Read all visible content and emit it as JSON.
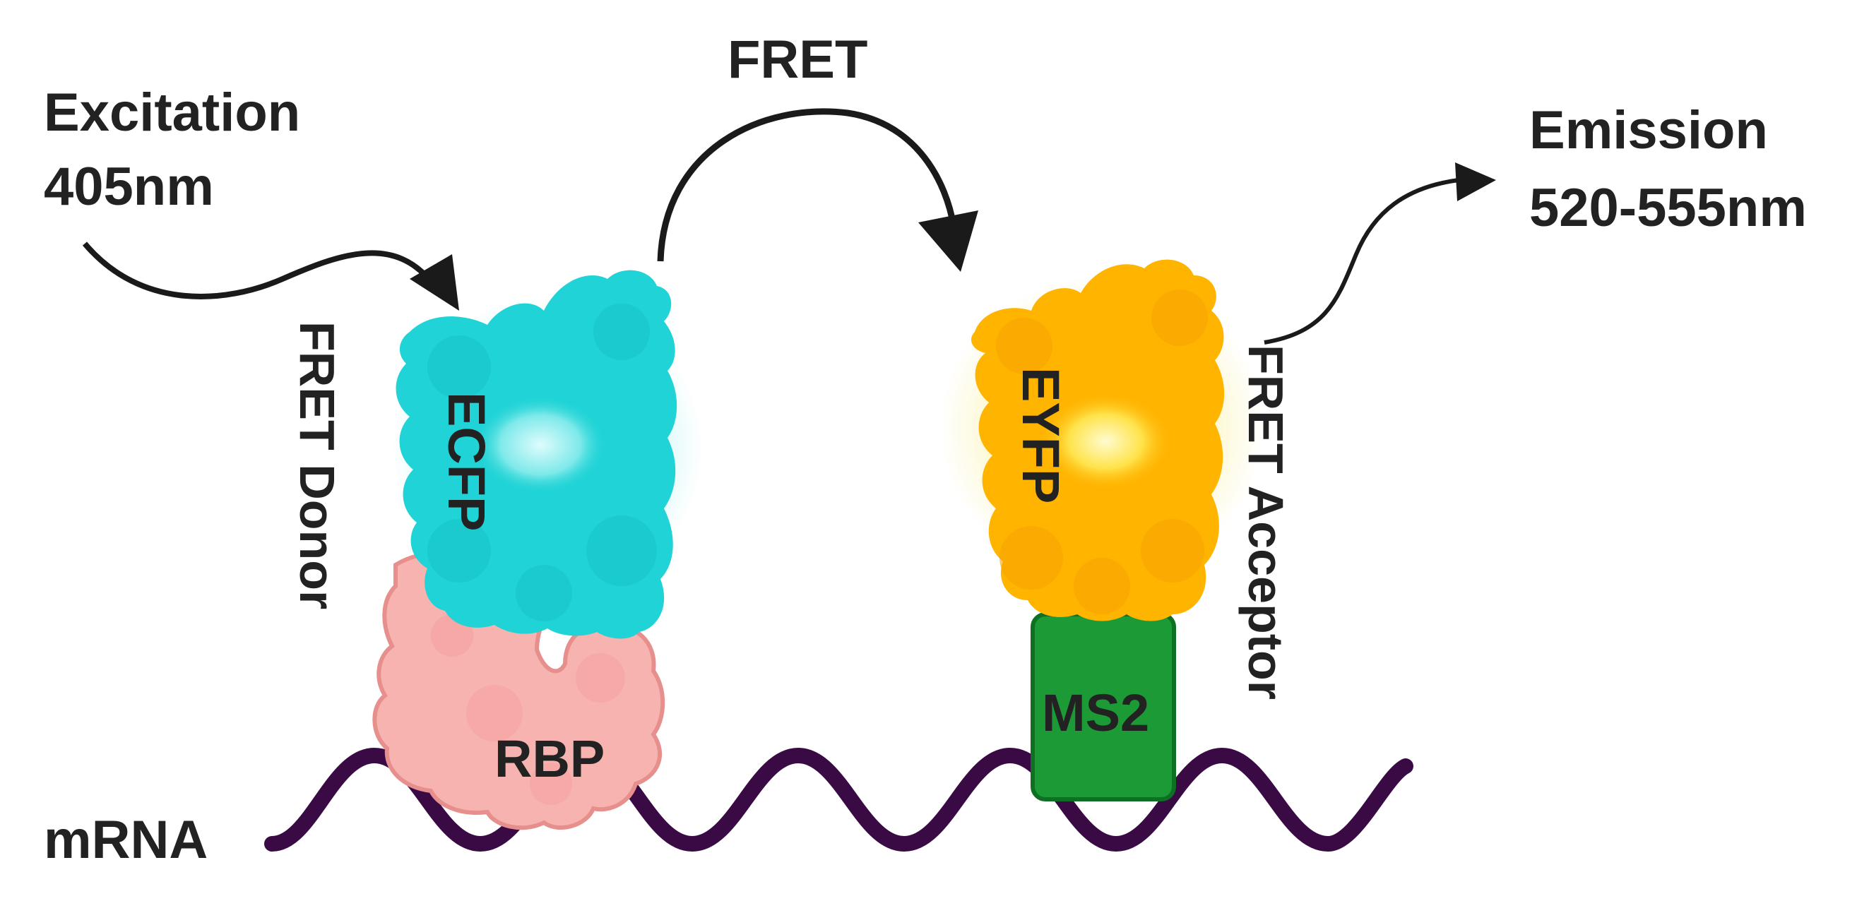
{
  "labels": {
    "excitation_line1": "Excitation",
    "excitation_line2": "405nm",
    "fret_transfer": "FRET",
    "emission_line1": "Emission",
    "emission_line2": "520-555nm",
    "donor_side": "FRET Donor",
    "acceptor_side": "FRET Acceptor",
    "mrna": "mRNA"
  },
  "proteins": {
    "ecfp": "ECFP",
    "eyfp": "EYFP",
    "rbp": "RBP",
    "ms2": "MS2"
  },
  "colors": {
    "ecfp": "#1fd3d6",
    "ecfp_glow": "#bff3f4",
    "eyfp": "#ffb400",
    "eyfp_glow": "#fbf3b5",
    "rbp": "#f7b3b0",
    "rbp_outline": "#e68f8c",
    "ms2": "#1c9a36",
    "ms2_outline": "#0f6f22",
    "mrna": "#3a0a45",
    "arrow": "#1a1a1a",
    "text": "#222222"
  }
}
